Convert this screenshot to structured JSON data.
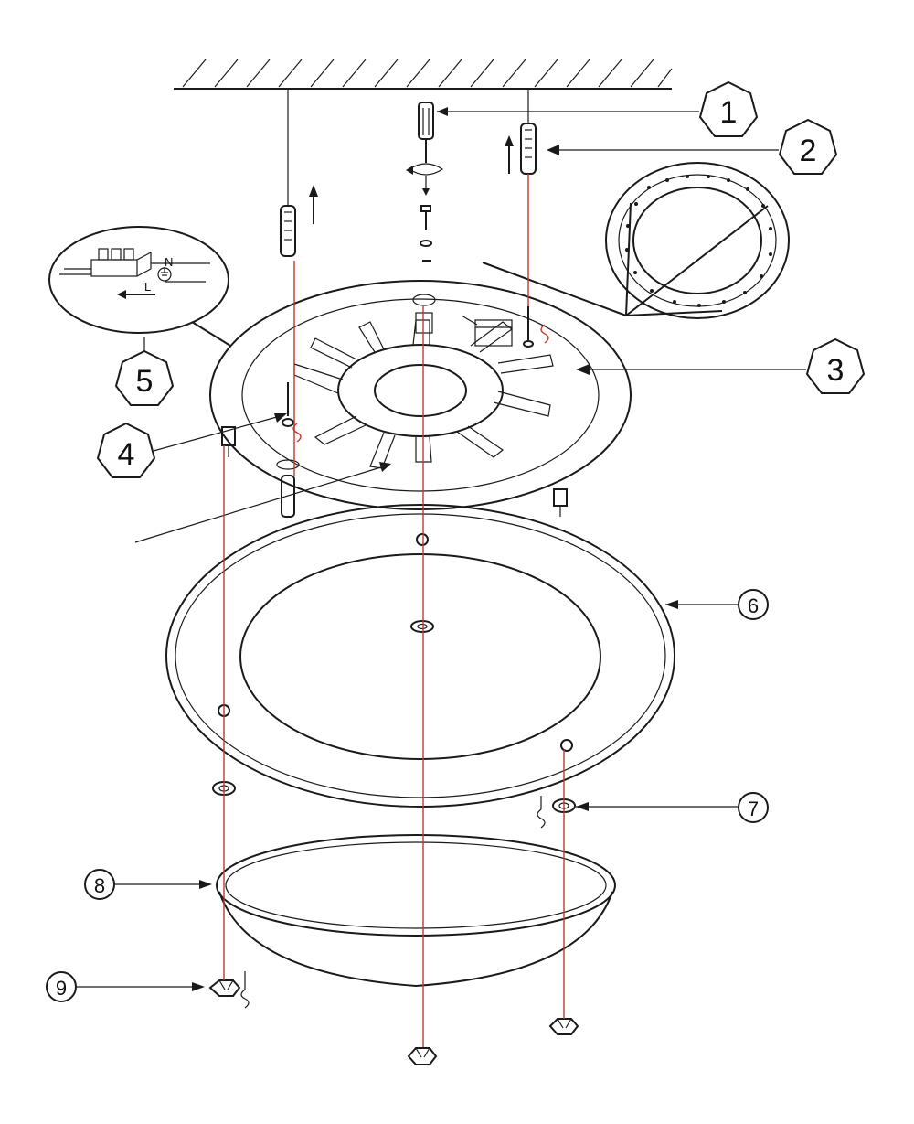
{
  "diagram": {
    "type": "exploded-assembly",
    "colors": {
      "ink": "#1a1a1a",
      "guide_line": "#c0392b",
      "paper": "#ffffff"
    },
    "callouts": [
      {
        "id": "c1",
        "label": "1",
        "part": "screwdriver"
      },
      {
        "id": "c2",
        "label": "2",
        "part": "wall-anchor"
      },
      {
        "id": "c3",
        "label": "3",
        "part": "mounting-plate"
      },
      {
        "id": "c4",
        "label": "4",
        "part": "screw"
      },
      {
        "id": "c5",
        "label": "5",
        "part": "wiring-detail"
      },
      {
        "id": "c6",
        "label": "6",
        "part": "glass-diffuser"
      },
      {
        "id": "c7",
        "label": "7",
        "part": "washer"
      },
      {
        "id": "c8",
        "label": "8",
        "part": "lamp-shade"
      },
      {
        "id": "c9",
        "label": "9",
        "part": "decorative-nut"
      }
    ],
    "wiring_inset": {
      "neutral": "N",
      "live": "L"
    }
  }
}
